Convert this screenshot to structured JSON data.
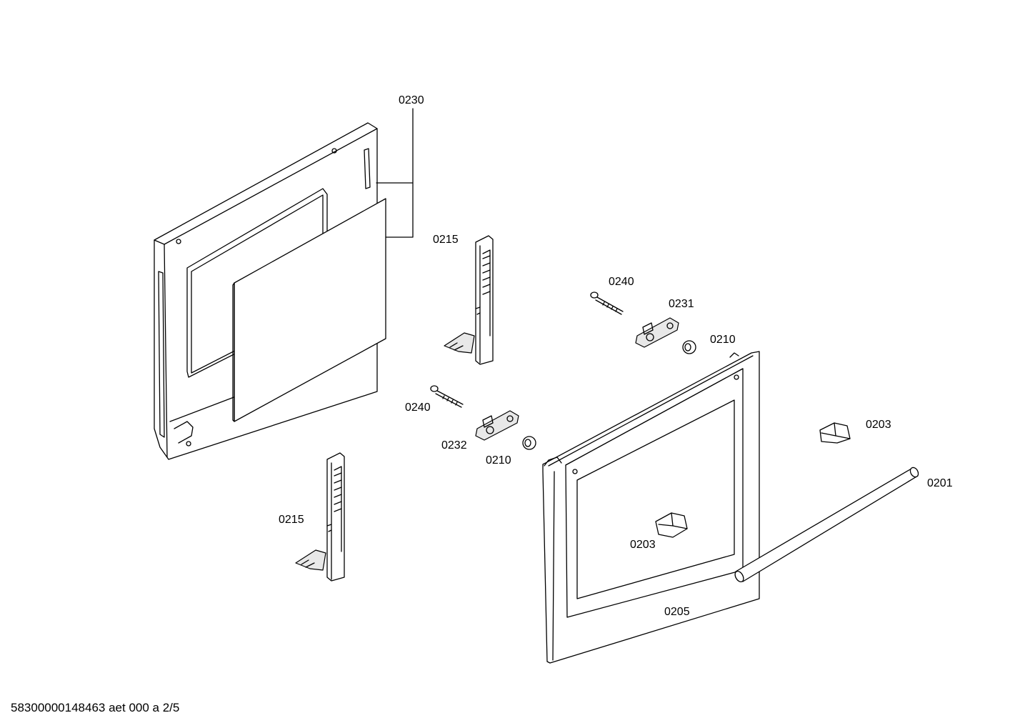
{
  "callouts": {
    "c0230": "0230",
    "c0215_top": "0215",
    "c0240_top": "0240",
    "c0231": "0231",
    "c0210_top": "0210",
    "c0240_mid": "0240",
    "c0232": "0232",
    "c0210_mid": "0210",
    "c0203_right": "0203",
    "c0201": "0201",
    "c0215_bottom": "0215",
    "c0203_door": "0203",
    "c0205": "0205"
  },
  "footer": {
    "reference": "58300000148463 aet 000 a 2/5"
  }
}
